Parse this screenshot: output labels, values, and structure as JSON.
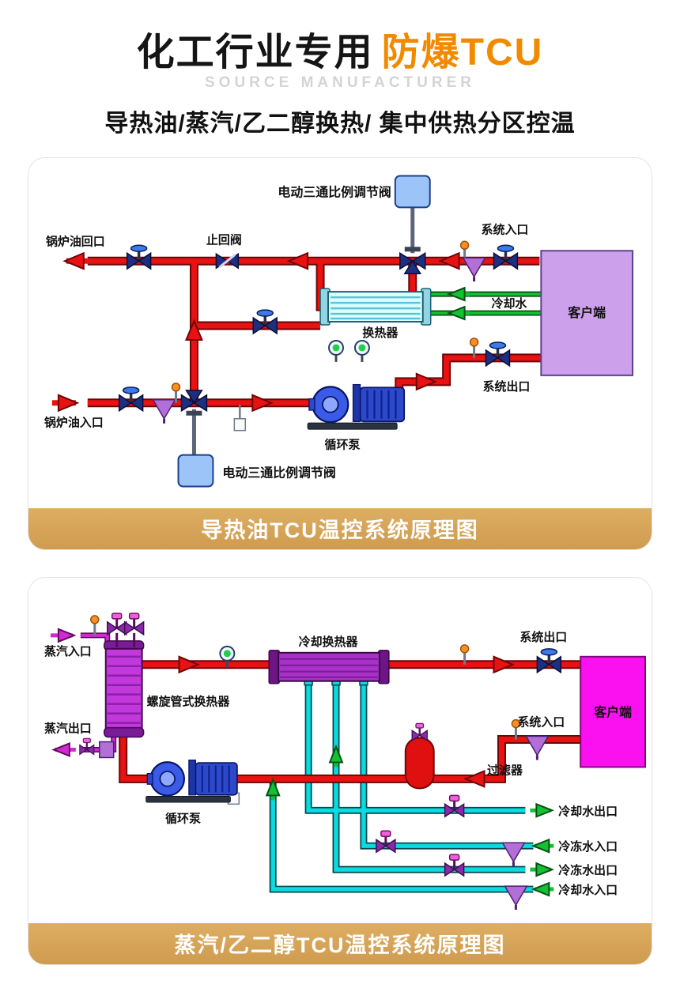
{
  "header": {
    "title_main": "化工行业专用",
    "title_accent": "防爆TCU",
    "subtitle": "SOURCE MANUFACTURER",
    "tagline": "导热油/蒸汽/乙二醇换热/ 集中供热分区控温"
  },
  "diagram1": {
    "caption": "导热油TCU温控系统原理图",
    "labels": {
      "valve_top": "电动三通比例调节阀",
      "boiler_oil_return": "锅炉油回口",
      "check_valve": "止回阀",
      "system_inlet": "系统入口",
      "cooling_water": "冷却水",
      "heat_exchanger": "换热器",
      "client": "客户端",
      "system_outlet": "系统出口",
      "boiler_oil_inlet": "锅炉油入口",
      "pump": "循环泵",
      "valve_bottom": "电动三通比例调节阀"
    }
  },
  "diagram2": {
    "caption": "蒸汽/乙二醇TCU温控系统原理图",
    "labels": {
      "steam_inlet": "蒸汽入口",
      "spiral_hx": "螺旋管式换热器",
      "cooling_hx": "冷却换热器",
      "system_outlet": "系统出口",
      "client": "客户端",
      "system_inlet": "系统入口",
      "steam_outlet": "蒸汽出口",
      "filter": "过滤器",
      "pump": "循环泵",
      "cooling_water_out": "冷却水出口",
      "chilled_water_in": "冷冻水入口",
      "chilled_water_out": "冷冻水出口",
      "cooling_water_in": "冷却水入口"
    }
  },
  "colors": {
    "accent_orange": "#F28A00",
    "caption_gold": "#D5A45B",
    "pipe_red": "#E81212",
    "pipe_cyan": "#0ADBE0",
    "pipe_green": "#12C232",
    "steam_magenta": "#D22AD2",
    "client_box_1": "#CDA0EC",
    "client_box_2": "#FB10EF",
    "pump_blue": "#3A5AE8"
  }
}
